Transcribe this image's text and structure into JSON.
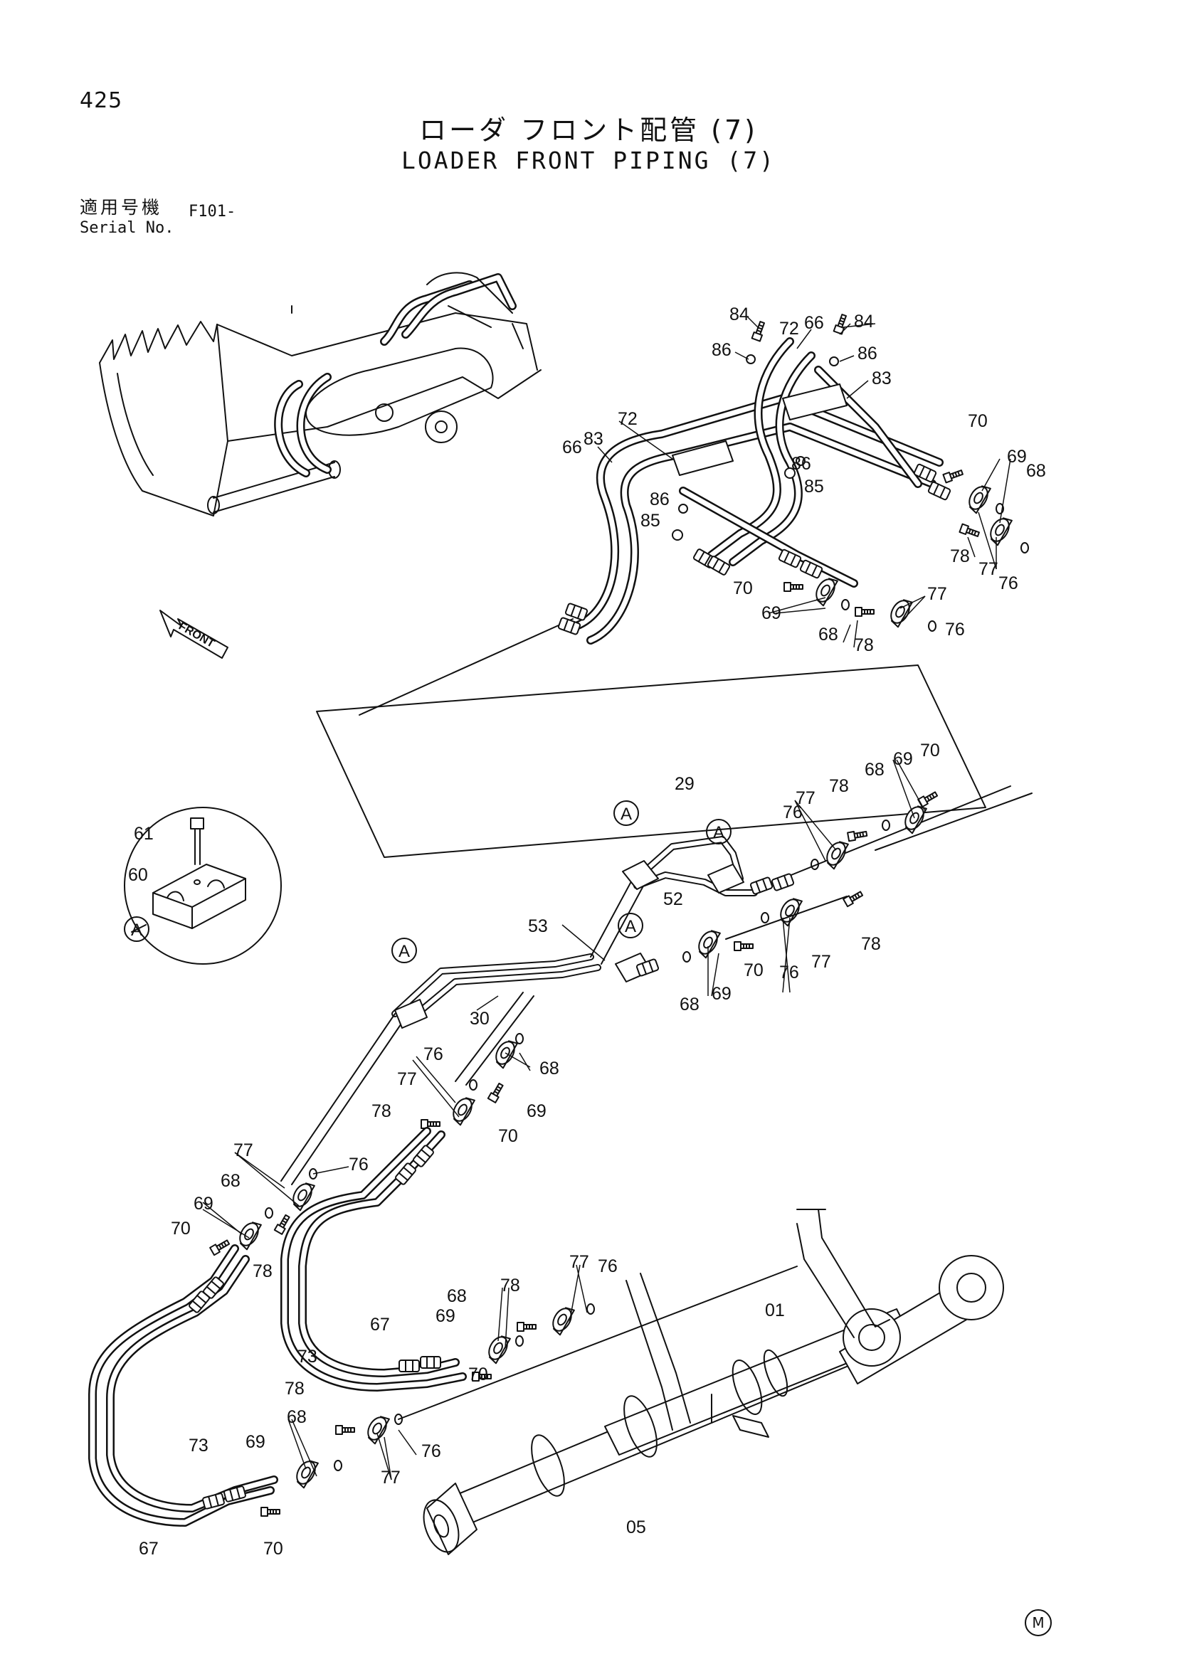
{
  "page_number": "425",
  "title_jp": "ローダ フロント配管 (7)",
  "title_en": "LOADER FRONT PIPING (7)",
  "serial_label_jp": "適用号機",
  "serial_label_en": "Serial No.",
  "serial_value": "F101-",
  "front_label": "FRONT",
  "detail_label": "A",
  "corner_mark": "M",
  "callouts": [
    "84",
    "72",
    "66",
    "84",
    "86",
    "86",
    "83",
    "66",
    "83",
    "72",
    "70",
    "69",
    "68",
    "86",
    "85",
    "86",
    "85",
    "78",
    "77",
    "76",
    "70",
    "69",
    "68",
    "78",
    "77",
    "76",
    "61",
    "60",
    "A",
    "A",
    "A",
    "A",
    "A",
    "29",
    "52",
    "76",
    "77",
    "78",
    "68",
    "69",
    "70",
    "53",
    "30",
    "68",
    "69",
    "70",
    "76",
    "77",
    "78",
    "76",
    "77",
    "68",
    "78",
    "69",
    "70",
    "77",
    "76",
    "68",
    "69",
    "70",
    "78",
    "77",
    "76",
    "68",
    "78",
    "69",
    "67",
    "73",
    "70",
    "01",
    "78",
    "68",
    "69",
    "76",
    "77",
    "73",
    "67",
    "70",
    "05"
  ]
}
